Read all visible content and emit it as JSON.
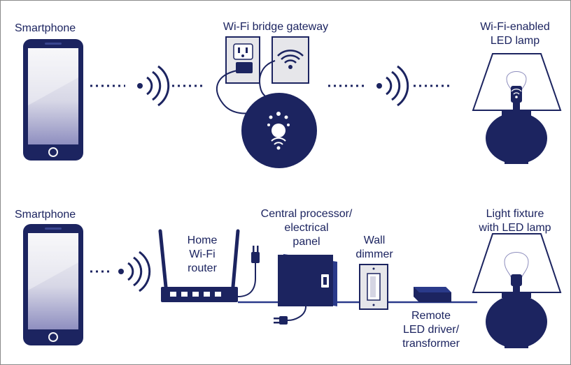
{
  "top_row": {
    "phone_label": "Smartphone",
    "gateway_label": "Wi-Fi bridge gateway",
    "lamp_label_line1": "Wi-Fi-enabled",
    "lamp_label_line2": "LED lamp"
  },
  "bottom_row": {
    "phone_label": "Smartphone",
    "router_label_line1": "Home",
    "router_label_line2": "Wi-Fi",
    "router_label_line3": "router",
    "processor_label_line1": "Central processor/",
    "processor_label_line2": "electrical",
    "processor_label_line3": "panel",
    "dimmer_label_line1": "Wall",
    "dimmer_label_line2": "dimmer",
    "driver_label_line1": "Remote",
    "driver_label_line2": "LED driver/",
    "driver_label_line3": "transformer",
    "fixture_label_line1": "Light fixture",
    "fixture_label_line2": "with LED lamp"
  },
  "colors": {
    "navy": "#1c2460",
    "line": "#2a3a8a",
    "phone_screen_top": "#f3f3f6",
    "phone_screen_bottom": "#9d9dc6",
    "outlet_fill": "#e6e6ea",
    "lampshade_fill": "#ffffff"
  }
}
